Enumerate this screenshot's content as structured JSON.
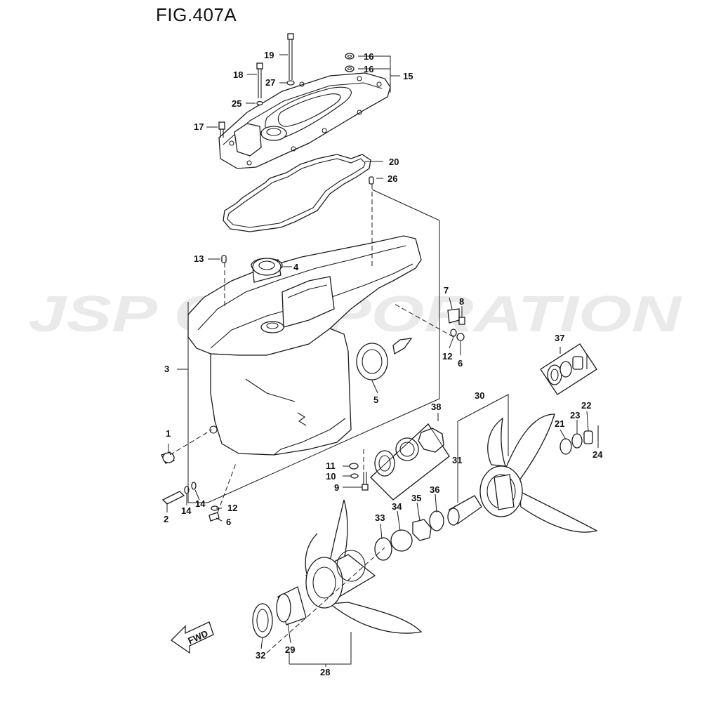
{
  "title": "FIG.407A",
  "watermark": "JSP CORPORATION",
  "fwd_label": "FWD",
  "callouts": [
    {
      "id": "c1",
      "text": "1"
    },
    {
      "id": "c2",
      "text": "2"
    },
    {
      "id": "c3",
      "text": "3"
    },
    {
      "id": "c4",
      "text": "4"
    },
    {
      "id": "c5",
      "text": "5"
    },
    {
      "id": "c6a",
      "text": "6"
    },
    {
      "id": "c6b",
      "text": "6"
    },
    {
      "id": "c7",
      "text": "7"
    },
    {
      "id": "c8",
      "text": "8"
    },
    {
      "id": "c9",
      "text": "9"
    },
    {
      "id": "c10",
      "text": "10"
    },
    {
      "id": "c11",
      "text": "11"
    },
    {
      "id": "c12a",
      "text": "12"
    },
    {
      "id": "c12b",
      "text": "12"
    },
    {
      "id": "c13",
      "text": "13"
    },
    {
      "id": "c14a",
      "text": "14"
    },
    {
      "id": "c14b",
      "text": "14"
    },
    {
      "id": "c15",
      "text": "15"
    },
    {
      "id": "c16a",
      "text": "16"
    },
    {
      "id": "c16b",
      "text": "16"
    },
    {
      "id": "c17",
      "text": "17"
    },
    {
      "id": "c18",
      "text": "18"
    },
    {
      "id": "c19",
      "text": "19"
    },
    {
      "id": "c20",
      "text": "20"
    },
    {
      "id": "c21",
      "text": "21"
    },
    {
      "id": "c22",
      "text": "22"
    },
    {
      "id": "c23",
      "text": "23"
    },
    {
      "id": "c24",
      "text": "24"
    },
    {
      "id": "c25",
      "text": "25"
    },
    {
      "id": "c26",
      "text": "26"
    },
    {
      "id": "c27",
      "text": "27"
    },
    {
      "id": "c28",
      "text": "28"
    },
    {
      "id": "c29",
      "text": "29"
    },
    {
      "id": "c30",
      "text": "30"
    },
    {
      "id": "c31",
      "text": "31"
    },
    {
      "id": "c32",
      "text": "32"
    },
    {
      "id": "c33",
      "text": "33"
    },
    {
      "id": "c34",
      "text": "34"
    },
    {
      "id": "c35",
      "text": "35"
    },
    {
      "id": "c36",
      "text": "36"
    },
    {
      "id": "c37",
      "text": "37"
    },
    {
      "id": "c38",
      "text": "38"
    }
  ]
}
